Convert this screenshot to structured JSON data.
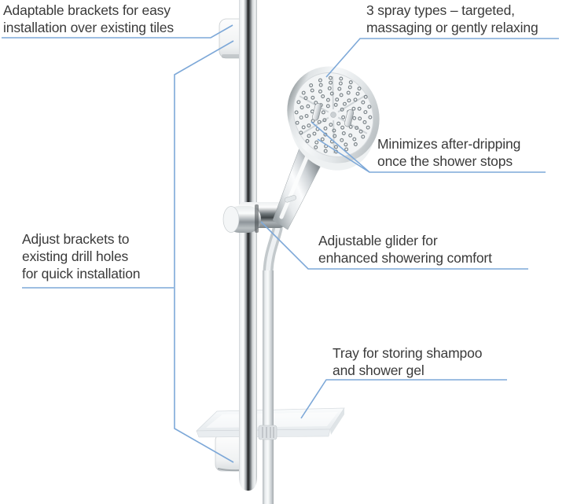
{
  "colors": {
    "background": "#ffffff",
    "leader_line": "#7da8d8",
    "text": "#3a3a3a"
  },
  "annotations": [
    {
      "id": "adaptable-brackets",
      "lines": [
        "Adaptable brackets for easy",
        "installation over existing tiles"
      ]
    },
    {
      "id": "spray-types",
      "lines": [
        "3 spray types – targeted,",
        "massaging or gently relaxing"
      ]
    },
    {
      "id": "after-dripping",
      "lines": [
        "Minimizes after-dripping",
        "once the shower stops"
      ]
    },
    {
      "id": "adjustable-glider",
      "lines": [
        "Adjustable glider for",
        "enhanced showering comfort"
      ]
    },
    {
      "id": "adjust-brackets",
      "lines": [
        "Adjust brackets to",
        "existing drill holes",
        "for quick installation"
      ]
    },
    {
      "id": "tray",
      "lines": [
        "Tray for storing shampoo",
        "and shower gel"
      ]
    }
  ]
}
